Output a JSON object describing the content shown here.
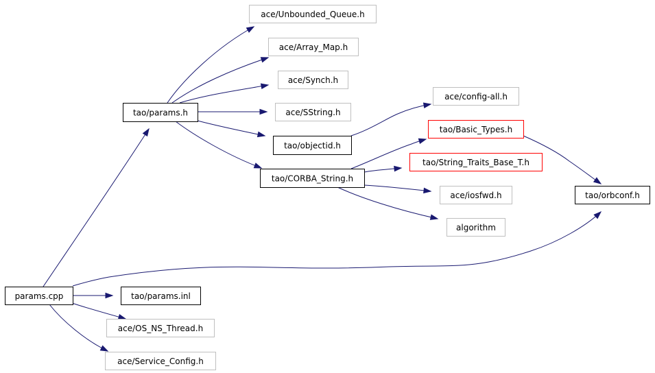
{
  "graph": {
    "nodes": [
      {
        "id": "params_cpp",
        "label": "params.cpp",
        "style": "root"
      },
      {
        "id": "tao_params_h",
        "label": "tao/params.h",
        "style": "documented"
      },
      {
        "id": "tao_params_inl",
        "label": "tao/params.inl",
        "style": "documented"
      },
      {
        "id": "ace_os_ns_thread",
        "label": "ace/OS_NS_Thread.h",
        "style": "external"
      },
      {
        "id": "ace_service_config",
        "label": "ace/Service_Config.h",
        "style": "external"
      },
      {
        "id": "ace_unbounded_queue",
        "label": "ace/Unbounded_Queue.h",
        "style": "external"
      },
      {
        "id": "ace_array_map",
        "label": "ace/Array_Map.h",
        "style": "external"
      },
      {
        "id": "ace_synch",
        "label": "ace/Synch.h",
        "style": "external"
      },
      {
        "id": "ace_sstring",
        "label": "ace/SString.h",
        "style": "external"
      },
      {
        "id": "tao_objectid",
        "label": "tao/objectid.h",
        "style": "documented"
      },
      {
        "id": "tao_corba_string",
        "label": "tao/CORBA_String.h",
        "style": "documented"
      },
      {
        "id": "ace_config_all",
        "label": "ace/config-all.h",
        "style": "external"
      },
      {
        "id": "tao_basic_types",
        "label": "tao/Basic_Types.h",
        "style": "truncated"
      },
      {
        "id": "tao_string_traits",
        "label": "tao/String_Traits_Base_T.h",
        "style": "truncated"
      },
      {
        "id": "ace_iosfwd",
        "label": "ace/iosfwd.h",
        "style": "external"
      },
      {
        "id": "algorithm",
        "label": "algorithm",
        "style": "external"
      },
      {
        "id": "tao_orbconf",
        "label": "tao/orbconf.h",
        "style": "documented"
      }
    ],
    "edges": [
      {
        "from": "params_cpp",
        "to": "tao_params_h"
      },
      {
        "from": "params_cpp",
        "to": "tao_orbconf"
      },
      {
        "from": "params_cpp",
        "to": "tao_params_inl"
      },
      {
        "from": "params_cpp",
        "to": "ace_os_ns_thread"
      },
      {
        "from": "params_cpp",
        "to": "ace_service_config"
      },
      {
        "from": "tao_params_h",
        "to": "ace_unbounded_queue"
      },
      {
        "from": "tao_params_h",
        "to": "ace_array_map"
      },
      {
        "from": "tao_params_h",
        "to": "ace_synch"
      },
      {
        "from": "tao_params_h",
        "to": "ace_sstring"
      },
      {
        "from": "tao_params_h",
        "to": "tao_objectid"
      },
      {
        "from": "tao_params_h",
        "to": "tao_corba_string"
      },
      {
        "from": "tao_objectid",
        "to": "ace_config_all"
      },
      {
        "from": "tao_corba_string",
        "to": "tao_basic_types"
      },
      {
        "from": "tao_corba_string",
        "to": "tao_string_traits"
      },
      {
        "from": "tao_corba_string",
        "to": "ace_iosfwd"
      },
      {
        "from": "tao_corba_string",
        "to": "algorithm"
      },
      {
        "from": "tao_basic_types",
        "to": "tao_orbconf"
      }
    ]
  },
  "colors": {
    "edge": "#191970",
    "border_documented": "#000000",
    "border_external": "#bfbfbf",
    "border_truncated": "#ff0000",
    "fill_root": "#bfbfbf",
    "fill_default": "#ffffff"
  }
}
